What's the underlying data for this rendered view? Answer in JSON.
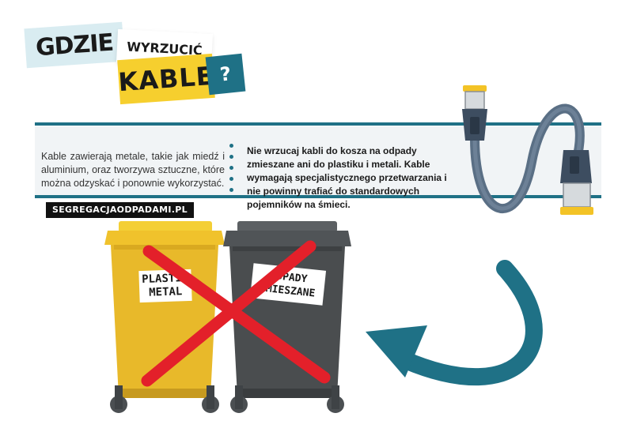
{
  "title": {
    "word1": "GDZIE",
    "word2": "WYRZUCIĆ",
    "word3": "KABLE",
    "question_mark": "?"
  },
  "info": {
    "left_text": "Kable zawierają metale, takie jak miedź i aluminium, oraz tworzywa sztuczne, które można odzyskać i ponownie wykorzystać.",
    "right_text": "Nie wrzucaj kabli do kosza na odpady zmieszane ani do plastiku i metali. Kable wymagają specjalistycznego przetwarzania i nie powinny trafiać do standardowych pojemników na śmieci."
  },
  "site_badge": "SEGREGACJAODPADAMI.PL",
  "bins": {
    "yellow": {
      "line1": "PLASTIK",
      "line2": "METAL"
    },
    "gray": {
      "line1": "ODPADY",
      "line2": "ZMIESZANE"
    }
  },
  "colors": {
    "teal": "#1f7186",
    "yellow": "#f6cf2e",
    "bin_yellow": "#e8b92a",
    "bin_gray": "#4a4d4f",
    "cross_red": "#e3202a",
    "light_blue": "#d9ecf1"
  },
  "icons": [
    "ethernet-cable-icon",
    "curved-arrow-icon",
    "red-cross-icon",
    "trash-bin-icon"
  ]
}
